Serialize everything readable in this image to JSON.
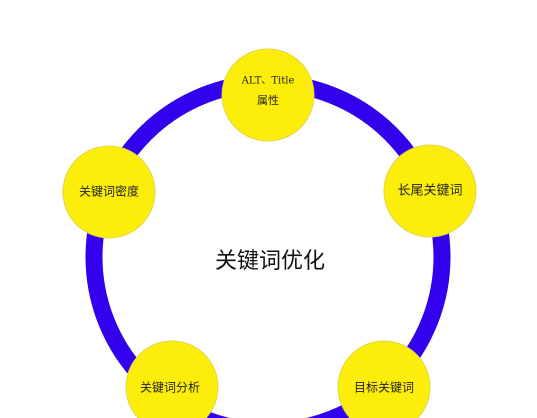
{
  "diagram": {
    "center_label": "关键词优化",
    "nodes": [
      {
        "id": "alt-title",
        "lines": [
          "ALT、Title",
          "属性"
        ]
      },
      {
        "id": "long-tail",
        "lines": [
          "长尾关键词"
        ]
      },
      {
        "id": "target-keywords",
        "lines": [
          "目标关键词"
        ]
      },
      {
        "id": "keyword-analysis",
        "lines": [
          "关键词分析"
        ]
      },
      {
        "id": "keyword-density",
        "lines": [
          "关键词密度"
        ]
      }
    ],
    "colors": {
      "ring": "#3300ee",
      "node_fill": "#fcee0a",
      "node_stroke": "#e2d54a",
      "text": "#222222",
      "background": "#ffffff"
    }
  }
}
